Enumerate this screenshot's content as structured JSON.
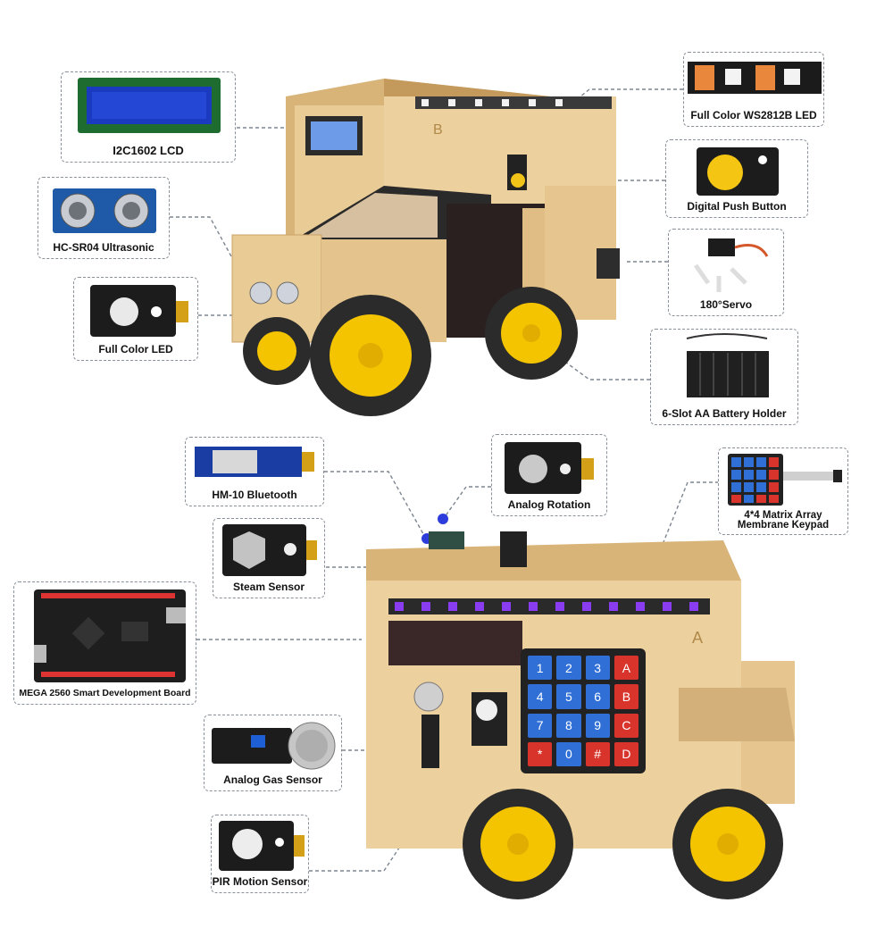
{
  "components": {
    "lcd": "I2C1602 LCD",
    "ultrasonic": "HC-SR04 Ultrasonic",
    "full_color_led": "Full Color LED",
    "ws2812b": "Full Color WS2812B LED",
    "push_button": "Digital Push Button",
    "servo": "180°Servo",
    "battery": "6-Slot AA Battery Holder",
    "bluetooth": "HM-10 Bluetooth",
    "analog_rotation": "Analog Rotation",
    "keypad_line1": "4*4 Matrix Array",
    "keypad_line2": "Membrane Keypad",
    "steam": "Steam Sensor",
    "mega": "MEGA 2560 Smart Development Board",
    "gas": "Analog Gas Sensor",
    "pir": "PIR Motion Sensor"
  },
  "keypad_keys": [
    "1",
    "2",
    "3",
    "A",
    "4",
    "5",
    "6",
    "B",
    "7",
    "8",
    "9",
    "C",
    "*",
    "0",
    "#",
    "D"
  ],
  "car_letters": {
    "top": "B",
    "bottom": "A"
  },
  "colors": {
    "wood": "#e6c68e",
    "wood_dark": "#c9a266",
    "tire": "#2b2b2b",
    "rim": "#f5c400",
    "dash": "#7d8590",
    "key_blue": "#2f6fd6",
    "key_red": "#d9342b",
    "led_strip": "#8a3cf0"
  }
}
